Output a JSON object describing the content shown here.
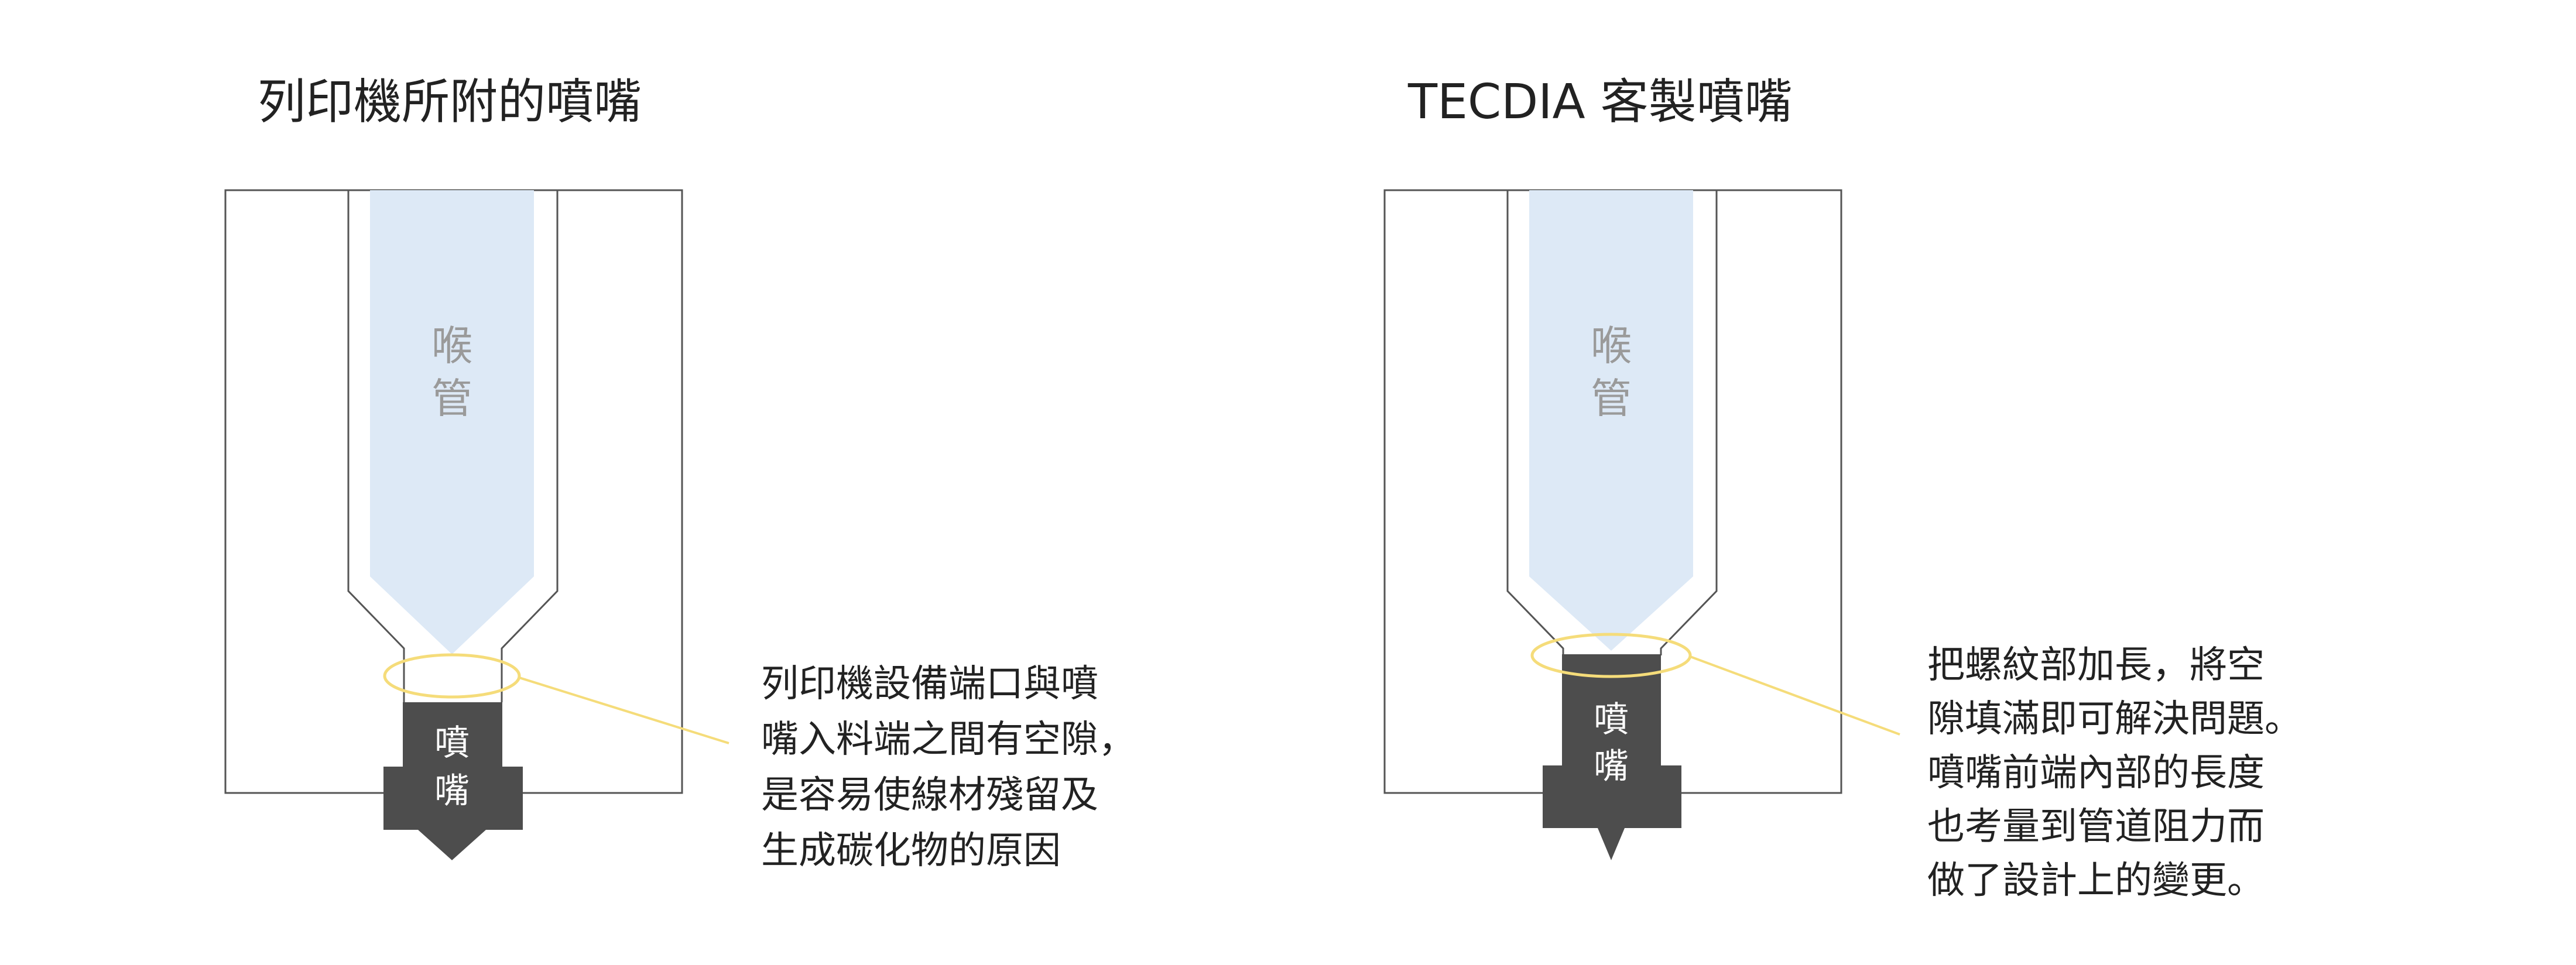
{
  "left": {
    "title": "列印機所附的噴嘴",
    "throat_label": [
      "喉",
      "管"
    ],
    "nozzle_label": [
      "噴",
      "嘴"
    ],
    "note_lines": [
      "列印機設備端口與噴",
      "嘴入料端之間有空隙，",
      "是容易使線材殘留及",
      "生成碳化物的原因"
    ]
  },
  "right": {
    "title": "TECDIA 客製噴嘴",
    "throat_label": [
      "喉",
      "管"
    ],
    "nozzle_label": [
      "噴",
      "嘴"
    ],
    "note_lines": [
      "把螺紋部加長，將空",
      "隙填滿即可解決問題。",
      "噴嘴前端內部的長度",
      "也考量到管道阻力而",
      "做了設計上的變更。"
    ]
  },
  "colors": {
    "outline": "#555555",
    "throat_fill": "#dde9f6",
    "nozzle_fill": "#4d4d4d",
    "highlight": "#f5dc7a"
  }
}
